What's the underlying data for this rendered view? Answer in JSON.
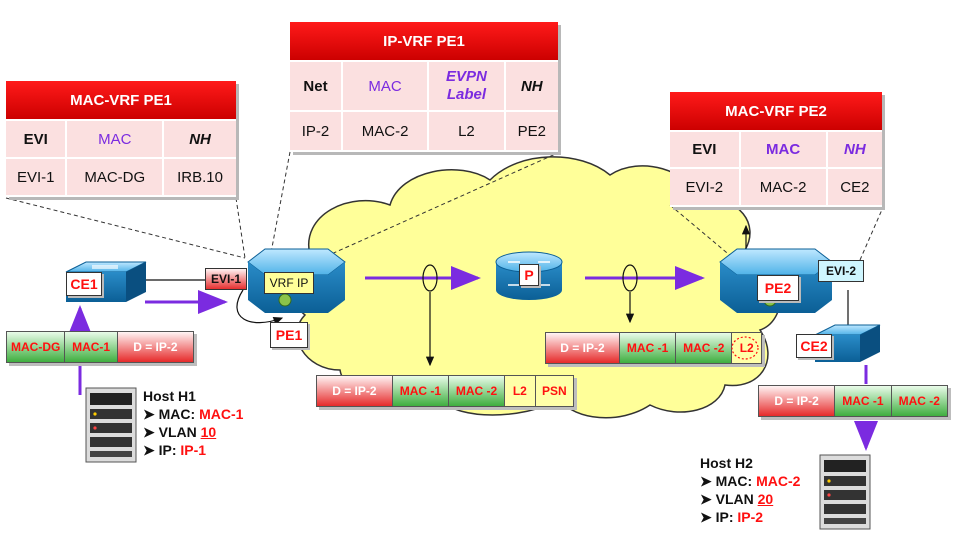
{
  "mac_vrf_pe1": {
    "title": "MAC-VRF PE1",
    "headers": [
      "EVI",
      "MAC",
      "NH"
    ],
    "row": [
      "EVI-1",
      "MAC-DG",
      "IRB.10"
    ]
  },
  "ip_vrf_pe1": {
    "title": "IP-VRF PE1",
    "headers": [
      "Net",
      "MAC",
      "EVPN\nLabel",
      "NH"
    ],
    "row": [
      "IP-2",
      "MAC-2",
      "L2",
      "PE2"
    ]
  },
  "mac_vrf_pe2": {
    "title": "MAC-VRF PE2",
    "headers": [
      "EVI",
      "MAC",
      "NH"
    ],
    "row": [
      "EVI-2",
      "MAC-2",
      "CE2"
    ]
  },
  "nodes": {
    "ce1": "CE1",
    "ce2": "CE2",
    "pe1": "PE1",
    "pe2": "PE2",
    "p": "P",
    "evi1": "EVI-1",
    "evi2": "EVI-2",
    "vrf_ip": "VRF IP"
  },
  "packets": {
    "left": [
      "MAC-DG",
      "MAC-1",
      "D = IP-2"
    ],
    "core1": [
      "D = IP-2",
      "MAC -1",
      "MAC -2",
      "L2",
      "PSN"
    ],
    "core2": [
      "D = IP-2",
      "MAC -1",
      "MAC -2",
      "L2"
    ],
    "right": [
      "D = IP-2",
      "MAC -1",
      "MAC -2"
    ]
  },
  "host_h1": {
    "title": "Host  H1",
    "mac_label": "MAC: ",
    "mac": "MAC-1",
    "vlan_label": "VLAN ",
    "vlan": "10",
    "ip_label": "IP: ",
    "ip": "IP-1"
  },
  "host_h2": {
    "title": "Host  H2",
    "mac_label": "MAC: ",
    "mac": "MAC-2",
    "vlan_label": "VLAN ",
    "vlan": "20",
    "ip_label": "IP: ",
    "ip": "IP-2"
  },
  "colors": {
    "title_red": "#e00000",
    "cell_pink": "#fbe0e0",
    "cloud_yellow": "#ffff99",
    "arrow_purple": "#7b2be0",
    "text_red": "#ff1010"
  }
}
